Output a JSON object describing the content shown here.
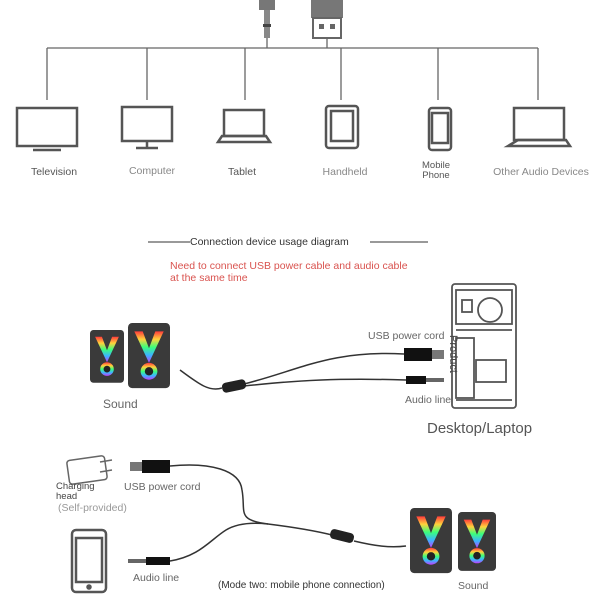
{
  "top_devices": [
    {
      "label": "Television",
      "icon": "television-icon"
    },
    {
      "label": "Computer",
      "icon": "monitor-icon"
    },
    {
      "label": "Tablet",
      "icon": "laptop-icon"
    },
    {
      "label": "Handheld",
      "icon": "handheld-icon"
    },
    {
      "label": "Mobile\nPhone",
      "icon": "phone-icon"
    },
    {
      "label": "Other Audio Devices",
      "icon": "laptop-icon"
    }
  ],
  "section_title": "Connection device usage diagram",
  "note": "Need to connect USB power cable and audio cable\nat the same time",
  "mode1": {
    "speaker_label": "Sound",
    "usb_label": "USB power cord",
    "audio_label": "Audio line",
    "pc_side_text": "Product",
    "target_label": "Desktop/Laptop"
  },
  "mode2": {
    "charger_label": "Charging\nhead",
    "charger_note": "(Self-provided)",
    "usb_label": "USB power cord",
    "audio_label": "Audio line",
    "caption": "(Mode two: mobile phone connection)",
    "speaker_label": "Sound"
  },
  "colors": {
    "line": "#555555",
    "note": "#d9534f",
    "icon": "#555555"
  }
}
